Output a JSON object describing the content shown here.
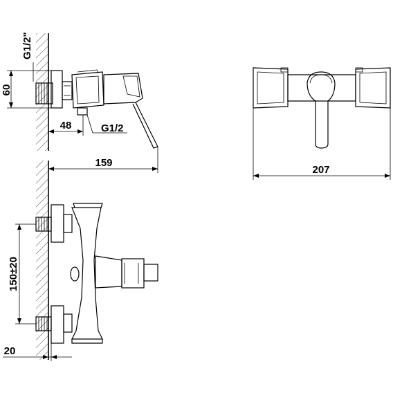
{
  "dimensions": {
    "thread_top": "G1/2\"",
    "height_60": "60",
    "depth_48": "48",
    "thread_side": "G1/2",
    "length_159": "159",
    "width_207": "207",
    "spacing_150": "150±20",
    "offset_20": "20"
  }
}
